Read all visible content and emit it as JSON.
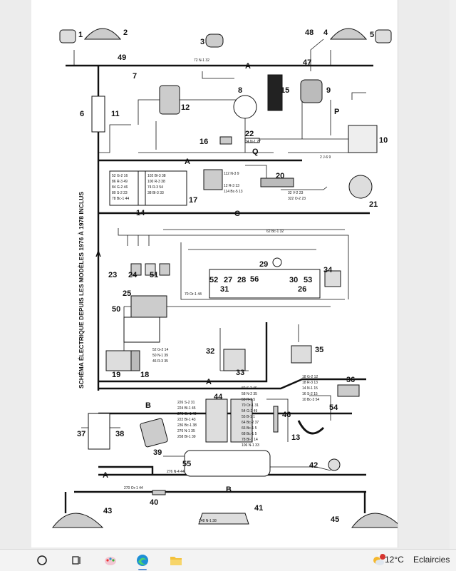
{
  "diagram": {
    "title": "SCHÉMA ÉLECTRIQUE DEPUIS LES MODÈLES 1976 À 1978 INCLUS",
    "bus_labels": [
      "A",
      "A",
      "A",
      "A",
      "A",
      "B",
      "B",
      "C",
      "P",
      "Q"
    ],
    "component_numbers": [
      "1",
      "2",
      "3",
      "4",
      "5",
      "6",
      "7",
      "8",
      "9",
      "10",
      "11",
      "12",
      "13",
      "14",
      "15",
      "16",
      "17",
      "18",
      "19",
      "20",
      "21",
      "22",
      "23",
      "24",
      "25",
      "26",
      "27",
      "28",
      "29",
      "30",
      "31",
      "32",
      "33",
      "34",
      "35",
      "36",
      "37",
      "38",
      "39",
      "40",
      "41",
      "42",
      "43",
      "44",
      "45",
      "46",
      "47",
      "48",
      "49",
      "50",
      "51",
      "52",
      "53",
      "54",
      "55",
      "56"
    ],
    "wire_labels": {
      "w72": "72 N-1 32",
      "w74": "74 N-1 27",
      "w2": "2 J-6 9",
      "w76": "70 Or-1 44",
      "w276": "276 N-4 44",
      "w270": "270 Or-1 44",
      "w248": "248 N-1 38",
      "w62": "62 Bc-1 32",
      "w112": "112 N-3 9",
      "w32": "32 V-2 23",
      "w322": "322 O-2 23",
      "w12": "12 R-3 13",
      "w114": "114 Bc-5 13"
    },
    "harness_14": [
      "52 G-2 16",
      "86 R-3 49",
      "84 G-2 46",
      "80 S-2 23",
      "78 Bc-1 44"
    ],
    "harness_14b": [
      "102 Bl-3 38",
      "100 R-3 38",
      "74 R-3 54",
      "38 Bl-3 33"
    ],
    "harness_44_left": [
      "226 S-2 31",
      "224 Bl-1 45",
      "270 Or-1 49",
      "222 Bl-1 43",
      "236 Bc-1 38",
      "276 N-1 35",
      "258 Bl-1 39"
    ],
    "harness_44_right": [
      "82 S-2 46",
      "58 N-2 35",
      "59 R-1 5",
      "70 Or-1 31",
      "54 G-2 49",
      "55 B-1 1",
      "64 Bc-2 37",
      "66 Bc-1 5",
      "68 Bc-1 5",
      "78 Bl-1 14",
      "106 N-1 33"
    ],
    "harness_36": [
      "18 G-2 12",
      "18 R-3 13",
      "14 N-1 15",
      "16 S-2 15",
      "10 Bc-3 54"
    ],
    "harness_18": [
      "52 G-2 14",
      "50 N-1 39",
      "46 R-3 35"
    ]
  },
  "taskbar": {
    "weather_temp": "12°C",
    "weather_desc": "Eclaircies",
    "weather_badge": "1",
    "icons": [
      "start-icon",
      "task-view-icon",
      "paint-icon",
      "edge-icon",
      "file-explorer-icon"
    ]
  }
}
